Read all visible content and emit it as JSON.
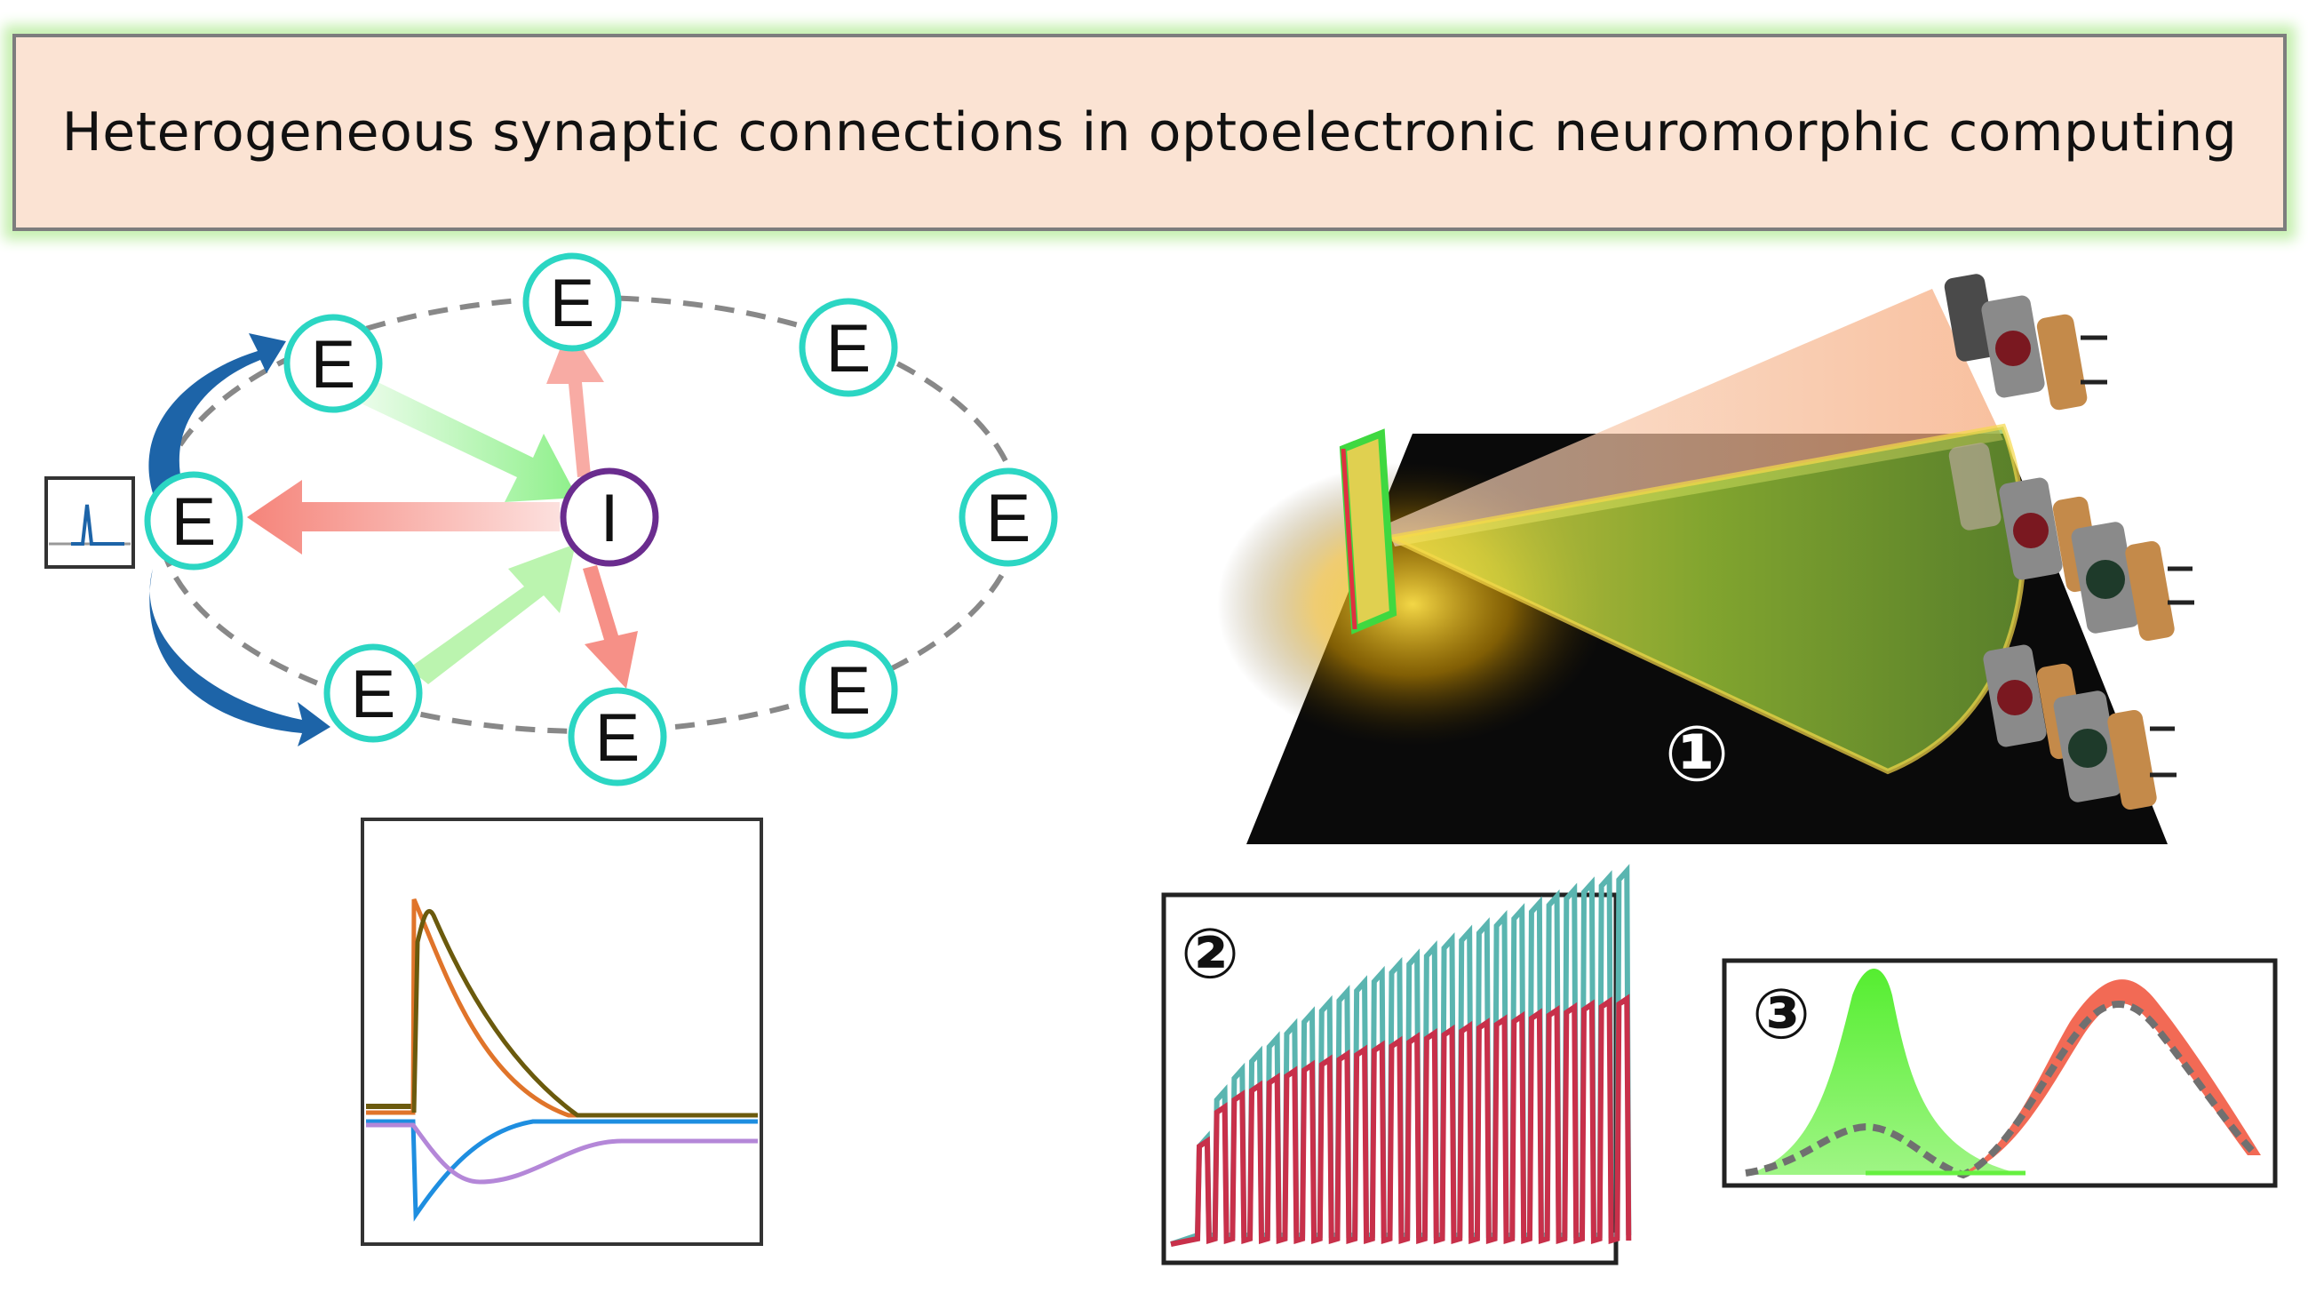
{
  "title": "Heterogeneous synaptic connections in optoelectronic neuromorphic computing",
  "network": {
    "excitatory_label": "E",
    "inhibitory_label": "I",
    "colors": {
      "excitatory_ring": "#2bd6c3",
      "inhibitory_ring": "#6a2c8e",
      "excitatory_arrow": "#8ef08a",
      "inhibitory_arrow": "#f5847a",
      "feedback_arrow": "#1d64a8",
      "ring_path": "#888888"
    }
  },
  "device": {
    "label": "①",
    "colors": {
      "green_beam": "#9ad23c",
      "orange_beam": "#f6b184",
      "substrate": "#0a0a0a"
    }
  },
  "panels": {
    "response": {
      "colors": [
        "#e0742a",
        "#6b5a0d",
        "#1e8ee0",
        "#b487d8"
      ]
    },
    "pulses": {
      "label": "②",
      "colors": {
        "cyan": "#5ab5b0",
        "red": "#c8304a"
      }
    },
    "spectra": {
      "label": "③",
      "colors": {
        "green": "#66f040",
        "red": "#f26a55",
        "dashed": "#707070"
      }
    }
  }
}
